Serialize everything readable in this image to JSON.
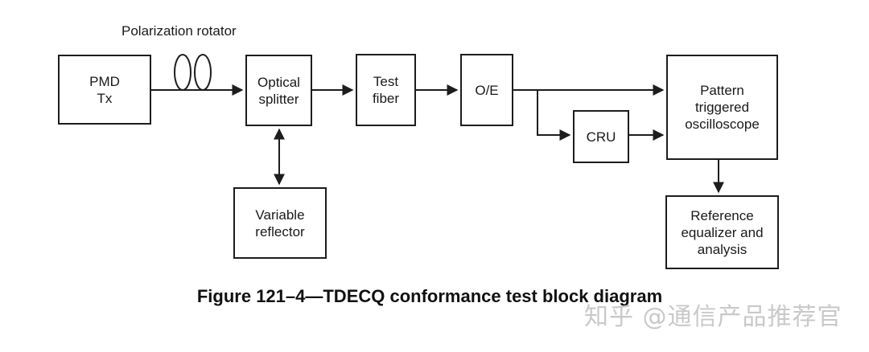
{
  "colors": {
    "line": "#1d1d1d",
    "box_border": "#1d1d1d",
    "text": "#1a1a1a",
    "caption_text": "#111111",
    "watermark_text": "#c9c9c9",
    "background": "#ffffff"
  },
  "diagram": {
    "annotation_polarization_rotator": "Polarization rotator",
    "blocks": {
      "pmd_tx": "PMD\nTx",
      "optical_splitter": "Optical\nsplitter",
      "test_fiber": "Test\nfiber",
      "oe": "O/E",
      "cru": "CRU",
      "pattern_triggered_oscilloscope": "Pattern\ntriggered\noscilloscope",
      "variable_reflector": "Variable\nreflector",
      "reference_equalizer": "Reference\nequalizer and\nanalysis"
    },
    "icons": {
      "fiber_loops": "polarization-rotator-fiber-loops"
    }
  },
  "caption": "Figure 121–4—TDECQ conformance test block diagram",
  "watermark": "知乎 @通信产品推荐官"
}
